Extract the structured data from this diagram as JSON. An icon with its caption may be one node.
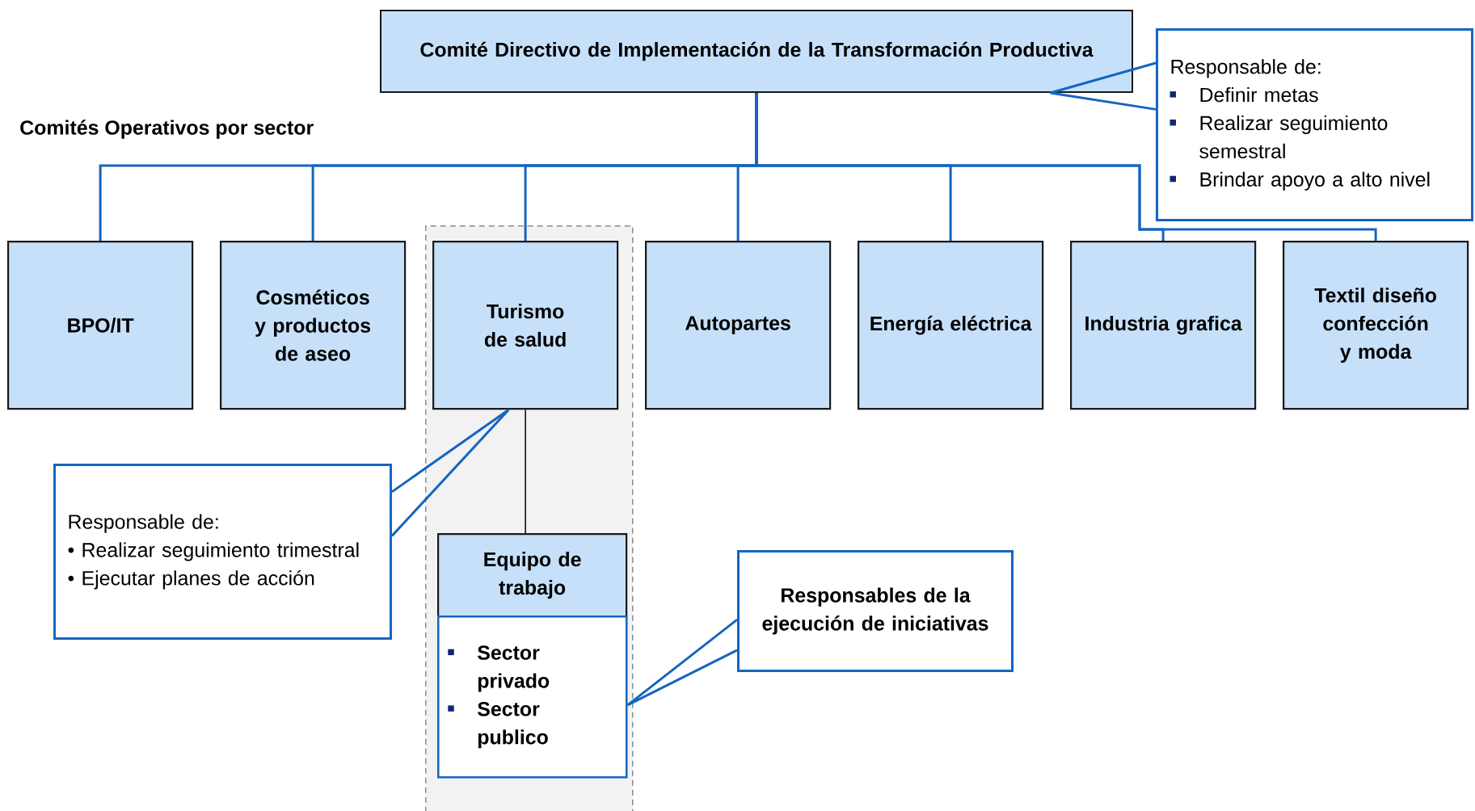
{
  "diagram": {
    "nodes": [
      {
        "text": [
          "Comité Directivo de Implementación de la Transformación Productiva"
        ]
      },
      {
        "text": [
          "Responsable de:",
          "Definir metas",
          "Realizar seguimiento semestral",
          "Brindar apoyo a alto nivel"
        ]
      },
      {
        "text": [
          "BPO/IT"
        ]
      },
      {
        "text": [
          "Cosméticos y productos de aseo"
        ]
      },
      {
        "text": [],
        "shape": "box"
      },
      {
        "text": [
          "Turismo de salud"
        ],
        "in": 4
      },
      {
        "text": [
          "Autopartes"
        ]
      },
      {
        "text": [
          "Energía eléctrica"
        ]
      },
      {
        "text": [
          "Industria grafica"
        ]
      },
      {
        "text": [
          "Textil diseño confección y moda"
        ]
      },
      {
        "text": [
          "Equipo de trabajo"
        ],
        "in": 4
      },
      {
        "text": [
          "Sector privado",
          "Sector publico"
        ],
        "in": 4
      },
      {
        "text": [
          "Responsable de:",
          "• Realizar seguimiento trimestral",
          "• Ejecutar planes de acción"
        ]
      },
      {
        "text": [
          "Responsables de la ejecución de iniciativas"
        ]
      }
    ],
    "edges": [
      {
        "from": 0,
        "to": 2,
        "arrow": "none"
      },
      {
        "from": 0,
        "to": 3,
        "arrow": "none"
      },
      {
        "from": 0,
        "to": 5,
        "arrow": "none"
      },
      {
        "from": 0,
        "to": 6,
        "arrow": "none"
      },
      {
        "from": 0,
        "to": 7,
        "arrow": "none"
      },
      {
        "from": 0,
        "to": 8,
        "arrow": "none"
      },
      {
        "from": 0,
        "to": 9,
        "arrow": "none"
      },
      {
        "from": 5,
        "to": 10,
        "arrow": "none",
        "color": "#000000"
      },
      {
        "from": 1,
        "to": 0,
        "arrow": "none"
      },
      {
        "from": 12,
        "to": 5,
        "arrow": "none"
      },
      {
        "from": 13,
        "to": 11,
        "arrow": "none"
      }
    ],
    "labels": [
      "Comités Operativos por sector"
    ]
  }
}
